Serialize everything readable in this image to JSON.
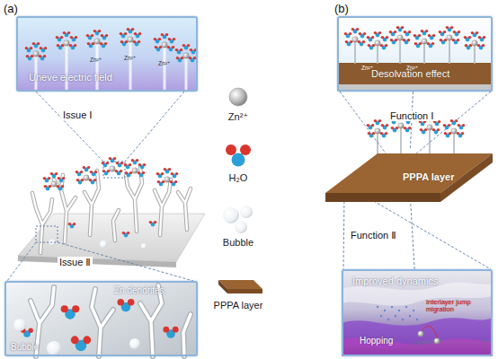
{
  "diagram": {
    "nodes": [
      {
        "text": [
          "Uneve electric field"
        ]
      },
      {
        "text": [
          "Zn dendrites",
          "Bubble"
        ]
      },
      {
        "text": [
          "Desolvation effect"
        ]
      },
      {
        "text": [
          "PPPA layer"
        ]
      },
      {
        "text": [
          "Improved dynamics",
          "Interlayer jump migration",
          "Hopping"
        ]
      }
    ],
    "edges": [
      {
        "from": 2,
        "to": 3,
        "label": "Function Ⅰ",
        "arrow": "none"
      },
      {
        "from": 4,
        "to": 3,
        "label": "Function Ⅱ",
        "arrow": "none"
      }
    ],
    "labels": [
      "(a)",
      "(b)",
      "Issue Ⅰ",
      "Issue Ⅱ",
      "Zn²⁺",
      "Zn²⁺",
      "Zn²⁺",
      "Zn²⁺",
      "Zn²⁺"
    ],
    "legend": [
      {
        "text": "Zn²⁺"
      },
      {
        "text": "H₂O"
      },
      {
        "text": "Bubble"
      },
      {
        "text": "PPPA layer"
      }
    ]
  }
}
